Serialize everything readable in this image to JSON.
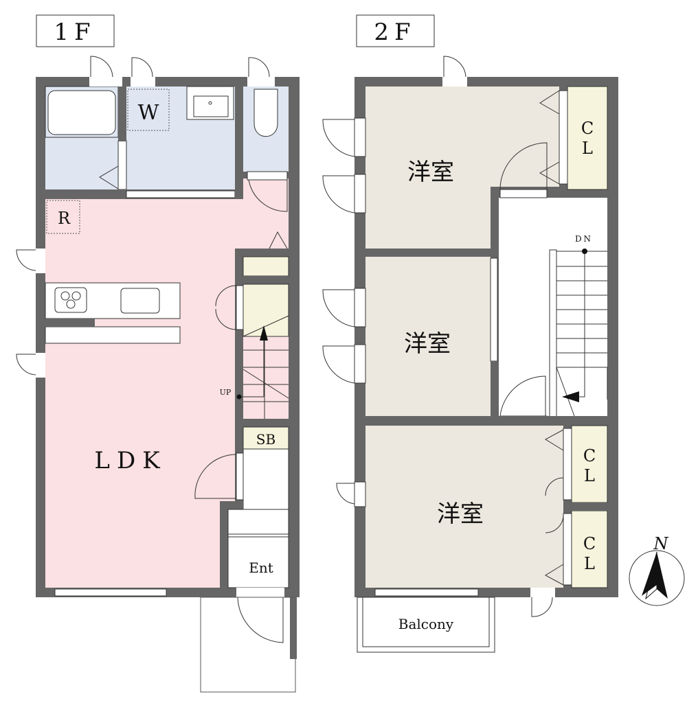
{
  "floors": [
    {
      "label": "1F",
      "rooms": {
        "wash": "W",
        "fridge": "R",
        "ldk": "LDK",
        "shoebox": "SB",
        "entrance": "Ent"
      },
      "stair_label": "UP"
    },
    {
      "label": "2F",
      "rooms": {
        "room1": "洋室",
        "room2": "洋室",
        "room3": "洋室",
        "closet1": "CL",
        "closet2": "CL",
        "closet3": "CL",
        "balcony": "Balcony"
      },
      "stair_label": "DN"
    }
  ],
  "compass": {
    "label": "N"
  },
  "colors": {
    "wall": "#666666",
    "wet": "#dfe6f2",
    "ldk": "#fbe1e3",
    "storage": "#f6f4dc",
    "room": "#ece8df"
  }
}
